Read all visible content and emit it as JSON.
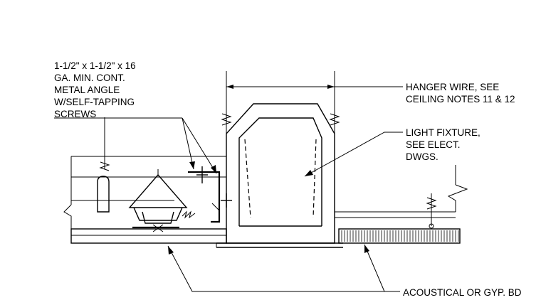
{
  "labels": {
    "angle": [
      "1-1/2\" x 1-1/2\" x 16",
      "GA. MIN. CONT.",
      "METAL ANGLE",
      "W/SELF-TAPPING",
      "SCREWS"
    ],
    "hanger": [
      "HANGER WIRE, SEE",
      "CEILING NOTES 11 & 12"
    ],
    "fixture": [
      "LIGHT FIXTURE,",
      "SEE ELECT.",
      "DWGS."
    ],
    "ceiling": "ACOUSTICAL OR GYP. BD"
  }
}
